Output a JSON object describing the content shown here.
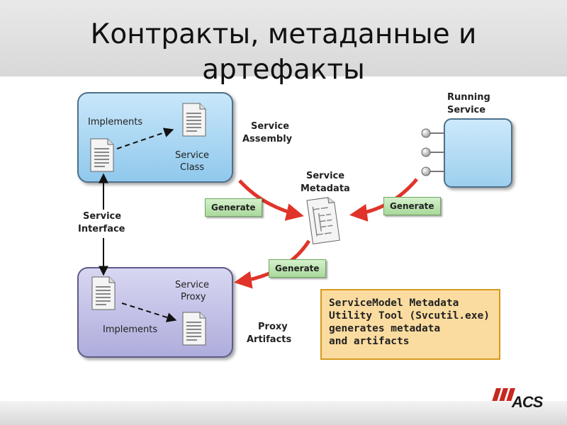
{
  "slide": {
    "title_line1": "Контракты, метаданные и",
    "title_line2": "артефакты"
  },
  "diagram": {
    "service_box": {
      "implements": "Implements",
      "class_label_1": "Service",
      "class_label_2": "Class",
      "caption_1": "Service",
      "caption_2": "Assembly"
    },
    "proxy_box": {
      "implements": "Implements",
      "proxy_label_1": "Service",
      "proxy_label_2": "Proxy",
      "caption_1": "Proxy",
      "caption_2": "Artifacts"
    },
    "interface_label_1": "Service",
    "interface_label_2": "Interface",
    "running_service_1": "Running",
    "running_service_2": "Service",
    "metadata_label_1": "Service",
    "metadata_label_2": "Metadata",
    "generate_buttons": [
      "Generate",
      "Generate",
      "Generate"
    ],
    "note_lines": [
      "ServiceModel Metadata",
      "Utility Tool (Svcutil.exe)",
      "generates metadata",
      "and artifacts"
    ]
  },
  "colors": {
    "service_box": "#a9d6f2",
    "proxy_box": "#c3c2e6",
    "arrow_red": "#e0342a",
    "generate_green": "#bfe6b3",
    "note_fill": "#fbdca0",
    "note_border": "#d59a1d"
  },
  "footer": {
    "logo_text": "ACS"
  }
}
